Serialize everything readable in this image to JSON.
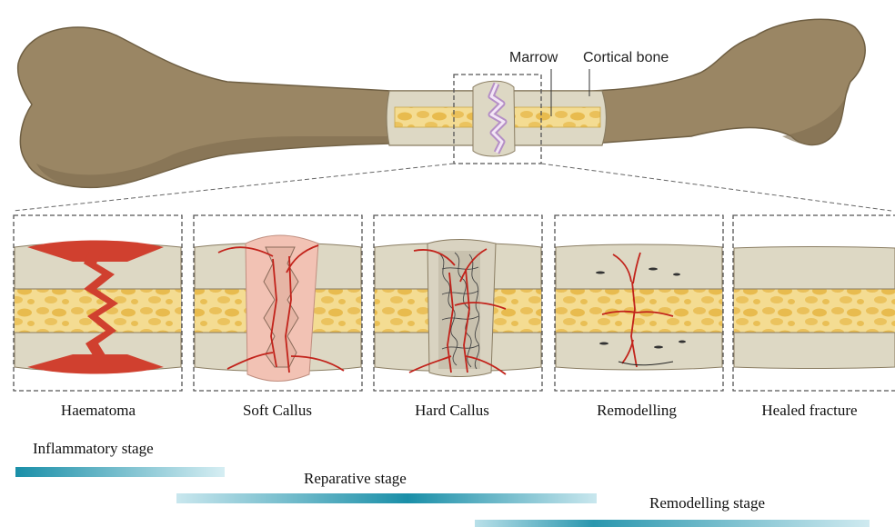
{
  "callouts": {
    "marrow": "Marrow",
    "cortical": "Cortical bone"
  },
  "stages": [
    {
      "label": "Haematoma"
    },
    {
      "label": "Soft Callus"
    },
    {
      "label": "Hard Callus"
    },
    {
      "label": "Remodelling"
    },
    {
      "label": "Healed fracture"
    }
  ],
  "phases": [
    {
      "label": "Inflammatory stage"
    },
    {
      "label": "Reparative stage"
    },
    {
      "label": "Remodelling stage"
    }
  ],
  "colors": {
    "bone": "#9a8664",
    "bone_dark": "#6f5f43",
    "cortex": "#ddd8c4",
    "marrow": "#f3d88a",
    "marrow_cell": "#e9bf52",
    "blood": "#d0402f",
    "callus_soft": "#f2c2b4",
    "teal": "#1a8fa8"
  }
}
